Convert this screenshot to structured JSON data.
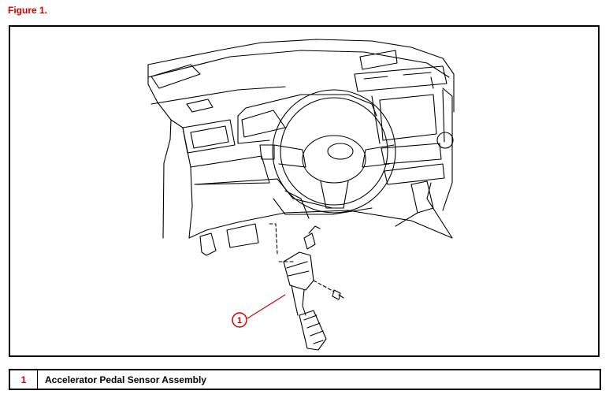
{
  "figure": {
    "title": "Figure 1."
  },
  "callouts": [
    {
      "number": "1"
    }
  ],
  "legend": {
    "rows": [
      {
        "number": "1",
        "label": "Accelerator Pedal Sensor Assembly"
      }
    ]
  },
  "colors": {
    "accent": "#d40000",
    "line": "#000000"
  }
}
